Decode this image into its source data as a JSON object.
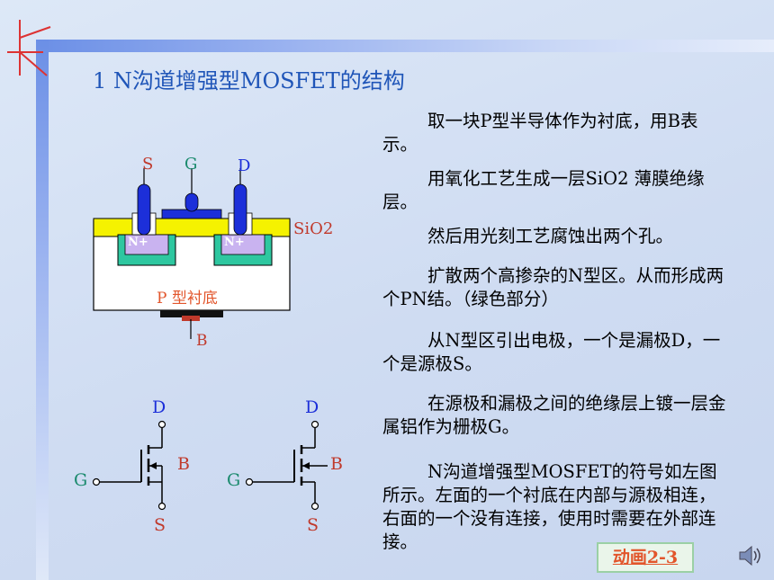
{
  "slide": {
    "title": "1 N沟道增强型MOSFET的结构",
    "paragraphs": [
      "取一块P型半导体作为衬底，用B表示。",
      "用氧化工艺生成一层SiO2 薄膜绝缘层。",
      "然后用光刻工艺腐蚀出两个孔。",
      "扩散两个高掺杂的N型区。从而形成两个PN结。（绿色部分）",
      "从N型区引出电极，一个是漏极D，一个是源极S。",
      "在源极和漏极之间的绝缘层上镀一层金属铝作为栅极G。",
      "N沟道增强型MOSFET的符号如左图所示。左面的一个衬底在内部与源极相连，右面的一个没有连接，使用时需要在外部连接。"
    ],
    "animation_button": "动画2-3"
  },
  "structure": {
    "label_s": "S",
    "label_g": "G",
    "label_d": "D",
    "label_sio2": "SiO2",
    "label_n1": "N+",
    "label_n2": "N+",
    "label_substrate": "P 型衬底",
    "label_b": "B"
  },
  "symbols": {
    "left": {
      "d": "D",
      "g": "G",
      "b": "B",
      "s": "S"
    },
    "right": {
      "d": "D",
      "g": "G",
      "b": "B",
      "s": "S"
    }
  },
  "colors": {
    "title": "#1f55b8",
    "accent_orange": "#e2552b",
    "n_region": "#2ec7a0",
    "sio2": "#f5f200",
    "electrode": "#1c2fd9"
  }
}
